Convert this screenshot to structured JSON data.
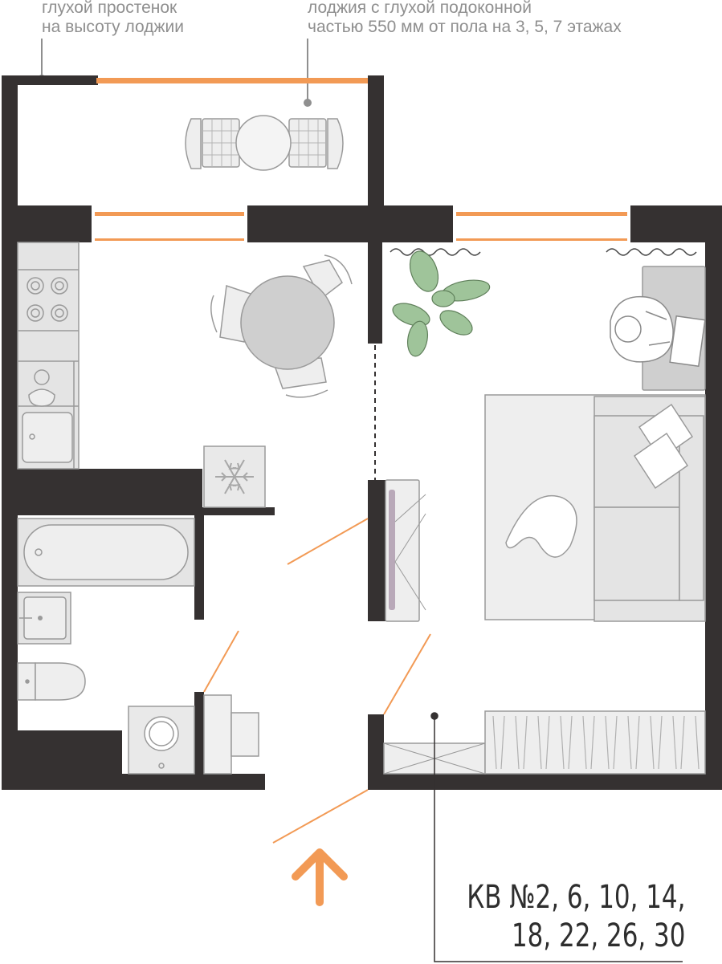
{
  "annotations": {
    "blind_pier": {
      "line1": "глухой простенок",
      "line2": "на высоту лоджии"
    },
    "loggia": {
      "line1": "лоджия с глухой подоконной",
      "line2": "частью 550 мм от пола на 3, 5, 7 этажах"
    }
  },
  "apartment": {
    "line1": "КВ №2, 6, 10, 14,",
    "line2": "18, 22, 26, 30"
  },
  "colors": {
    "wall": "#353131",
    "accent": "#f29a55",
    "fixture_fill": "#e4e4e4",
    "fixture_stroke": "#9a9a9a",
    "plant": "#9fc49a",
    "table": "#cfcfcf"
  },
  "icons": [
    "entrance-arrow-icon",
    "snowflake-icon",
    "plant-icon",
    "person-at-desk-icon"
  ]
}
